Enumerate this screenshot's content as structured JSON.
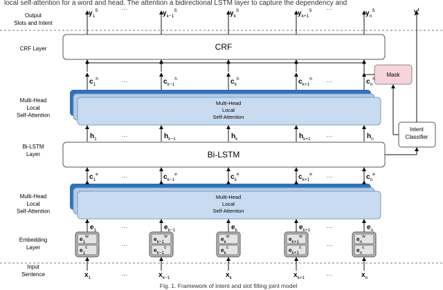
{
  "header_text": "local self-attention for a word and head. The attention a bidirectional LSTM layer to capture the dependency and",
  "caption": "Fig. 1.   Framework of intent and slot filling joint model",
  "layers": {
    "output": "Output\nSlots and Intent",
    "crf": "CRF Layer",
    "mhlsa_top": "Multi-Head\nLocal\nSelf-Attention",
    "bilstm": "Bi-LSTM\nLayer",
    "mhlsa_bottom": "Multi-Head\nLocal\nSelf-Attention",
    "embedding": "Embedding\nLayer",
    "input": "Input\nSentence"
  },
  "blocks": {
    "crf": "CRF",
    "bilstm": "Bi-LSTM",
    "attention": "Multi-Head\nLocal\nSelf-Attention",
    "mask": "Mask",
    "intent_classifier": "Intent\nClassifier"
  },
  "ellipsis": "···",
  "columns": [
    {
      "y": "y",
      "y_sup": "S",
      "c_h": "c",
      "c_h_sub": "1",
      "c_h_sup": "h",
      "h": "h",
      "h_sub": "1",
      "c_e": "c",
      "c_e_sub": "1",
      "c_e_sup": "e",
      "e": "e",
      "e_sub": "1",
      "ew_sub": "1",
      "ec_sub": "1",
      "x": "x",
      "x_sub": "1",
      "y_sub": "1"
    },
    {
      "y": "y",
      "y_sup": "S",
      "c_h": "c",
      "c_h_sub": "k−1",
      "c_h_sup": "h",
      "h": "h",
      "h_sub": "k−1",
      "c_e": "c",
      "c_e_sub": "k−1",
      "c_e_sup": "e",
      "e": "e",
      "e_sub": "k−1",
      "ew_sub": "k−1",
      "ec_sub": "k−1",
      "x": "x",
      "x_sub": "k−1",
      "y_sub": "k−1"
    },
    {
      "y": "y",
      "y_sup": "S",
      "c_h": "c",
      "c_h_sub": "k",
      "c_h_sup": "h",
      "h": "h",
      "h_sub": "k",
      "c_e": "c",
      "c_e_sub": "k",
      "c_e_sup": "e",
      "e": "e",
      "e_sub": "k",
      "ew_sub": "k",
      "ec_sub": "k",
      "x": "x",
      "x_sub": "k",
      "y_sub": "k"
    },
    {
      "y": "y",
      "y_sup": "S",
      "c_h": "c",
      "c_h_sub": "k+1",
      "c_h_sup": "h",
      "h": "h",
      "h_sub": "k+1",
      "c_e": "c",
      "c_e_sub": "k+1",
      "c_e_sup": "e",
      "e": "e",
      "e_sub": "k+1",
      "ew_sub": "k+1",
      "ec_sub": "k+1",
      "x": "x",
      "x_sub": "k+1",
      "y_sub": "k+1"
    },
    {
      "y": "y",
      "y_sup": "S",
      "c_h": "c",
      "c_h_sub": "n",
      "c_h_sup": "h",
      "h": "h",
      "h_sub": "n",
      "c_e": "c",
      "c_e_sub": "n",
      "c_e_sup": "e",
      "e": "e",
      "e_sub": "n",
      "ew_sub": "n",
      "ec_sub": "n",
      "x": "x",
      "x_sub": "n",
      "y_sub": "n"
    }
  ],
  "intent_output": {
    "y": "y",
    "sup": "I"
  },
  "colors": {
    "attention_back": "#2f72b8",
    "attention_front": "#c9dbf0",
    "mask": "#f6d4dc",
    "embedding": "#b8b8b8",
    "box_border": "#555555"
  }
}
